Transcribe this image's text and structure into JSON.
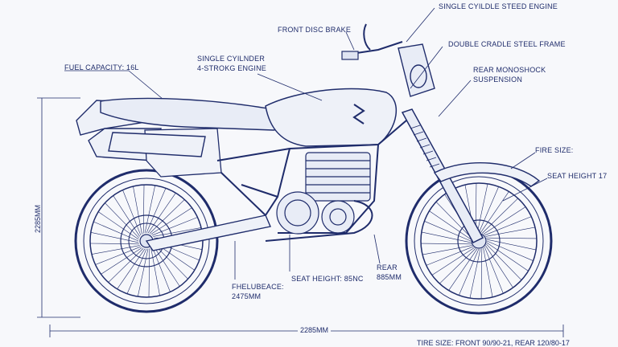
{
  "diagram": {
    "header_text": "",
    "labels": {
      "engine_top": "SINGLE CYILDLE STEED ENGINE",
      "front_disc": "FRONT DISC BRAKE",
      "frame": "DOUBLE CRADLE STEEL FRAME",
      "fuel": "FUEL CAPACITY: 16L",
      "engine_mid_1": "SINGLE CYILNDER",
      "engine_mid_2": "4-STROKG ENGINE",
      "rear_mono_1": "REAR MONOSHOCK",
      "rear_mono_2": "SUSPENSION",
      "fire_size": "FIRE SIZE:",
      "seat_height_right": "SEAT HEIGHT 17",
      "seat_height_mid": "SEAT HEIGHT: 85NC",
      "rear_1": "REAR",
      "rear_2": "885MM",
      "wheelbase_1": "FHELUBEACE:",
      "wheelbase_2": "2475MM",
      "dim_vertical": "2285MM",
      "dim_horizontal": "2285MM",
      "tire_size": "TIRE SIZE: FRONT 90/90-21, REAR 120/80-17"
    },
    "colors": {
      "ink": "#1f2c6b",
      "ink_light": "#5a6aa8",
      "fill_light": "#dfe4f2",
      "paper": "#f7f8fb"
    }
  }
}
